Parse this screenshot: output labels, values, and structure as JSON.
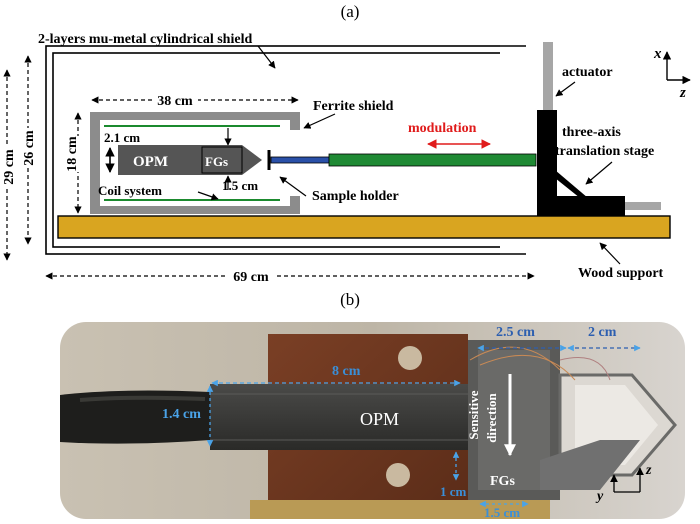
{
  "panel_a": {
    "label": "(a)",
    "shield_label": "2-layers mu-metal cylindrical shield",
    "actuator_label": "actuator",
    "ferrite_label": "Ferrite shield",
    "modulation_label": "modulation",
    "stage_label_1": "three-axis",
    "stage_label_2": "translation stage",
    "sample_holder_label": "Sample holder",
    "coil_label": "Coil system",
    "wood_label": "Wood support",
    "opm_label": "OPM",
    "fgs_label": "FGs",
    "dims": {
      "ferrite_width": "38 cm",
      "gap_top": "2.1 cm",
      "gap_bottom": "1.5 cm",
      "ferrite_height": "18 cm",
      "inner_shield_height": "26 cm",
      "outer_shield_height": "29 cm",
      "shield_length": "69 cm"
    },
    "axes": {
      "vertical": "x",
      "horizontal": "z"
    },
    "colors": {
      "wood": "#d9a520",
      "ferrite": "#8c8c8c",
      "opm": "#555555",
      "rod": "#1f8a34",
      "holder": "#2a50a8",
      "modulation": "#e01b1b",
      "coil": "#1b8a2e"
    }
  },
  "panel_b": {
    "label": "(b)",
    "opm_label": "OPM",
    "sensitive_label_1": "Sensitive",
    "sensitive_label_2": "direction",
    "fgs_label": "FGs",
    "dims": {
      "length": "8 cm",
      "width": "1.4 cm",
      "fg_spacing": "2.5 cm",
      "tip": "2 cm",
      "offset": "1 cm",
      "fg_width": "1.5 cm"
    },
    "axes": {
      "horizontal": "z",
      "vertical": "y"
    },
    "colors": {
      "dim_arrow": "#3a8fd8",
      "dim_text": "#2d5fb0"
    }
  }
}
